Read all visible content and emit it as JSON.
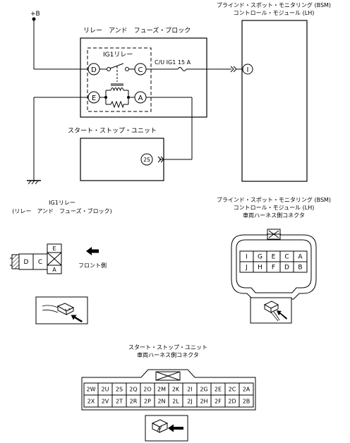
{
  "power": {
    "label": "+B"
  },
  "relay_block": {
    "title": "リレー　アンド　フューズ・ブロック",
    "relay_label": "IG1リレー",
    "fuse_label": "C/U IG1 15 A",
    "terminals": [
      "D",
      "C",
      "E",
      "A"
    ]
  },
  "bsm_module": {
    "title_line1": "ブラインド・スポット・モニタリング (BSM)",
    "title_line2": "コントロール・モジュール (LH)",
    "terminal": "I"
  },
  "start_stop_unit": {
    "title": "スタート・ストップ・ユニット",
    "terminal": "2S"
  },
  "relay_connector": {
    "title_line1": "IG1リレー",
    "title_line2": "(リレー　アンド　フューズ・ブロック)",
    "pins_left": [
      "D",
      "C"
    ],
    "pins_right": [
      "E",
      "A"
    ],
    "front_label": "フロント側"
  },
  "bsm_connector": {
    "title_line1": "ブラインド・スポット・モニタリング (BSM)",
    "title_line2": "コントロール・モジュール (LH)",
    "title_line3": "車両ハーネス側コネクタ",
    "row1": [
      "I",
      "G",
      "E",
      "C",
      "A"
    ],
    "row2": [
      "J",
      "H",
      "F",
      "D",
      "B"
    ]
  },
  "ssu_connector": {
    "title_line1": "スタート・ストップ・ユニット",
    "title_line2": "車両ハーネス側コネクタ",
    "row1": [
      "2W",
      "2U",
      "2S",
      "2Q",
      "2O",
      "2M",
      "2K",
      "2I",
      "2G",
      "2E",
      "2C",
      "2A"
    ],
    "row2": [
      "2X",
      "2V",
      "2T",
      "2R",
      "2P",
      "2N",
      "2L",
      "2J",
      "2H",
      "2F",
      "2D",
      "2B"
    ]
  }
}
